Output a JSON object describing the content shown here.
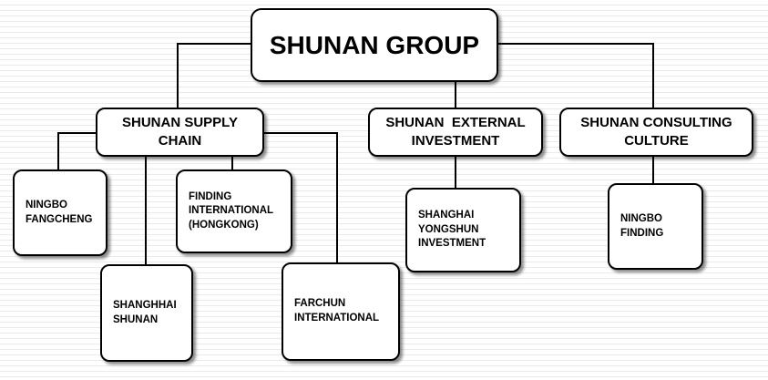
{
  "diagram": {
    "root": {
      "label": "SHUNAN GROUP"
    },
    "divisions": [
      {
        "label_lines": [
          "SHUNAN SUPPLY",
          "CHAIN"
        ],
        "children": [
          {
            "label_lines": [
              "NINGBO",
              "FANGCHENG"
            ]
          },
          {
            "label_lines": [
              "SHANGHHAI",
              "SHUNAN"
            ]
          },
          {
            "label_lines": [
              "FINDING",
              "INTERNATIONAL",
              "(HONGKONG)"
            ]
          },
          {
            "label_lines": [
              "FARCHUN",
              "INTERNATIONAL"
            ]
          }
        ]
      },
      {
        "label_lines": [
          "SHUNAN  EXTERNAL",
          "INVESTMENT"
        ],
        "children": [
          {
            "label_lines": [
              "SHANGHAI",
              "YONGSHUN",
              "INVESTMENT"
            ]
          }
        ]
      },
      {
        "label_lines": [
          "SHUNAN CONSULTING",
          "CULTURE"
        ],
        "children": [
          {
            "label_lines": [
              "NINGBO",
              "FINDING"
            ]
          }
        ]
      }
    ]
  }
}
